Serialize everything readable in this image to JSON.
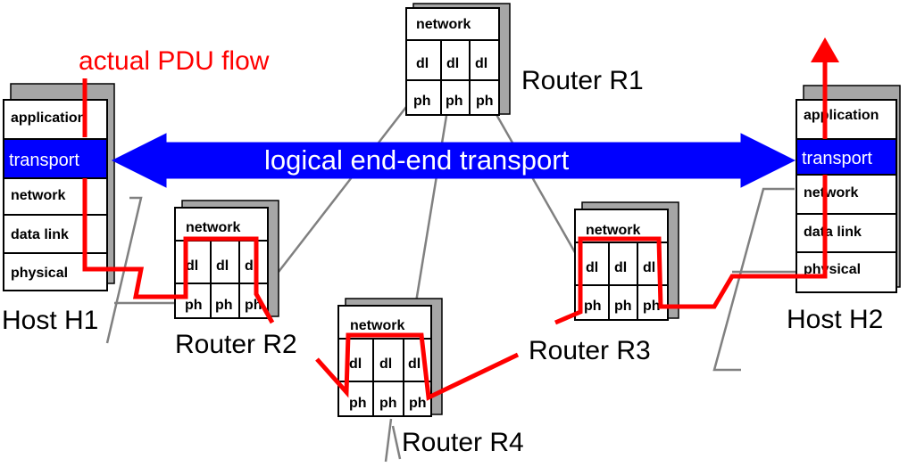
{
  "labels": {
    "flow": "actual PDU flow",
    "logical": "logical end-end transport",
    "r1": "Router R1",
    "r2": "Router R2",
    "r3": "Router R3",
    "r4": "Router R4",
    "h1": "Host H1",
    "h2": "Host H2"
  },
  "host_layers": {
    "application": "application",
    "transport": "transport",
    "network": "network",
    "data_link": "data link",
    "physical": "physical"
  },
  "router_layers": {
    "network": "network",
    "dl": "dl",
    "ph": "ph"
  },
  "colors": {
    "flow": "#ff0000",
    "transport_layer": "#0000ff",
    "logical_arrow": "#0000ff",
    "links": "#808080",
    "shadow": "#a6a6a6"
  }
}
